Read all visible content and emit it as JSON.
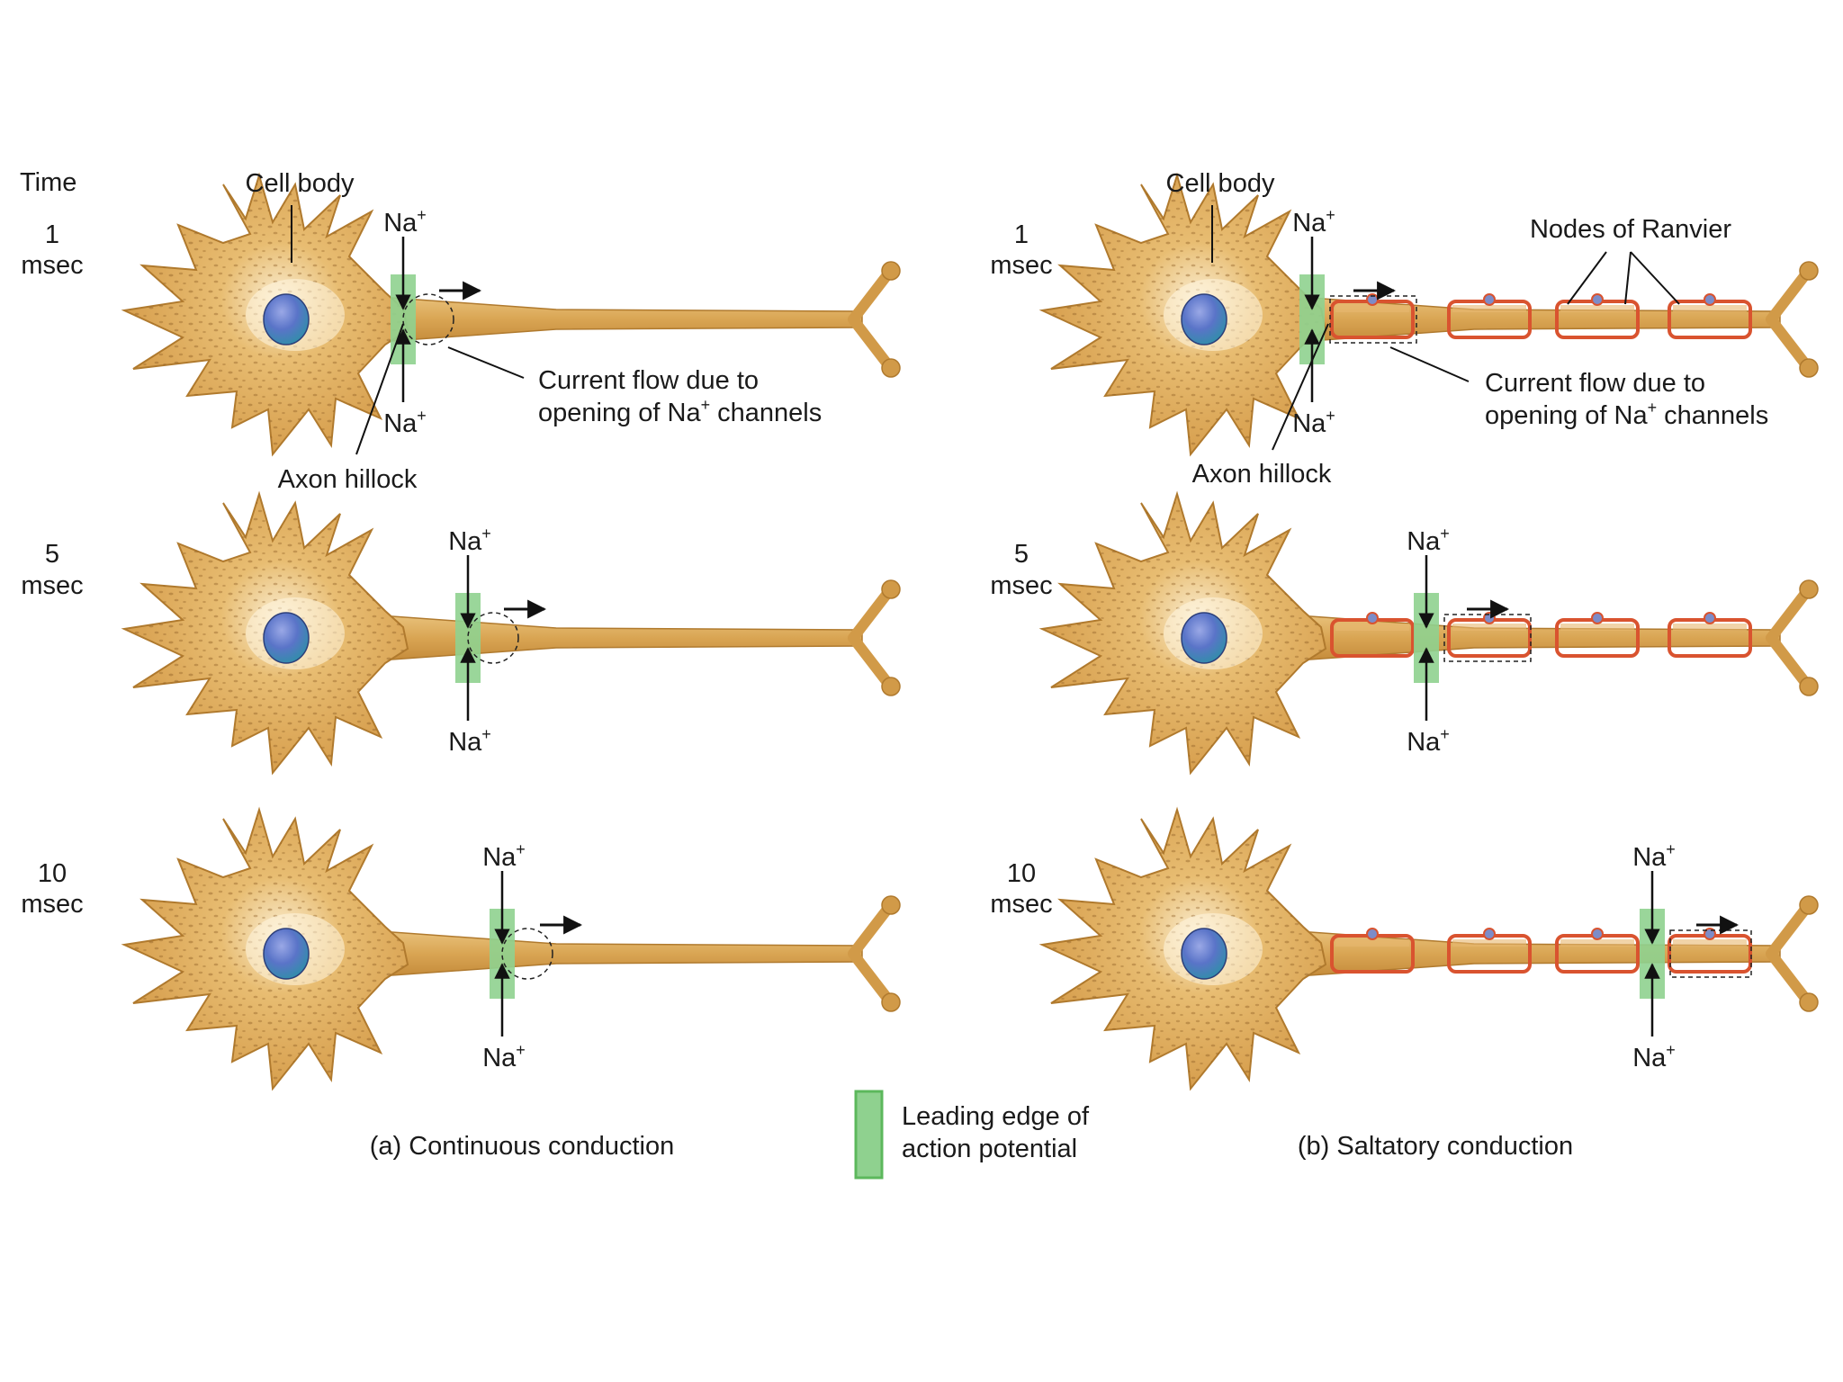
{
  "time_heading": "Time",
  "panels": {
    "a": {
      "caption": "(a) Continuous conduction",
      "rows": [
        {
          "time_value": "1",
          "time_unit": "msec"
        },
        {
          "time_value": "5",
          "time_unit": "msec"
        },
        {
          "time_value": "10",
          "time_unit": "msec"
        }
      ],
      "labels": {
        "cell_body": "Cell body",
        "axon_hillock": "Axon hillock",
        "current_flow_line1": "Current flow due to",
        "current_flow_line2_pre": "opening of Na",
        "current_flow_line2_post": " channels"
      }
    },
    "b": {
      "caption": "(b) Saltatory conduction",
      "rows": [
        {
          "time_value": "1",
          "time_unit": "msec"
        },
        {
          "time_value": "5",
          "time_unit": "msec"
        },
        {
          "time_value": "10",
          "time_unit": "msec"
        }
      ],
      "labels": {
        "cell_body": "Cell body",
        "axon_hillock": "Axon hillock",
        "nodes_of_ranvier": "Nodes of Ranvier",
        "current_flow_line1": "Current flow due to",
        "current_flow_line2_pre": "opening of Na",
        "current_flow_line2_post": " channels"
      }
    }
  },
  "ion": {
    "symbol": "Na",
    "charge": "+"
  },
  "legend": {
    "line1": "Leading edge of",
    "line2": "action potential"
  },
  "colors": {
    "neuron_fill": "#dca85a",
    "neuron_stroke": "#b07a2e",
    "speckle": "#8a5a22",
    "nucleus": "#4a63b8",
    "myelin_stroke": "#d9532f",
    "myelin_fill": "#e8b870",
    "leading_edge": "#8fd18f",
    "leading_edge_stroke": "#5cb85c",
    "text": "#1a1a1a"
  }
}
